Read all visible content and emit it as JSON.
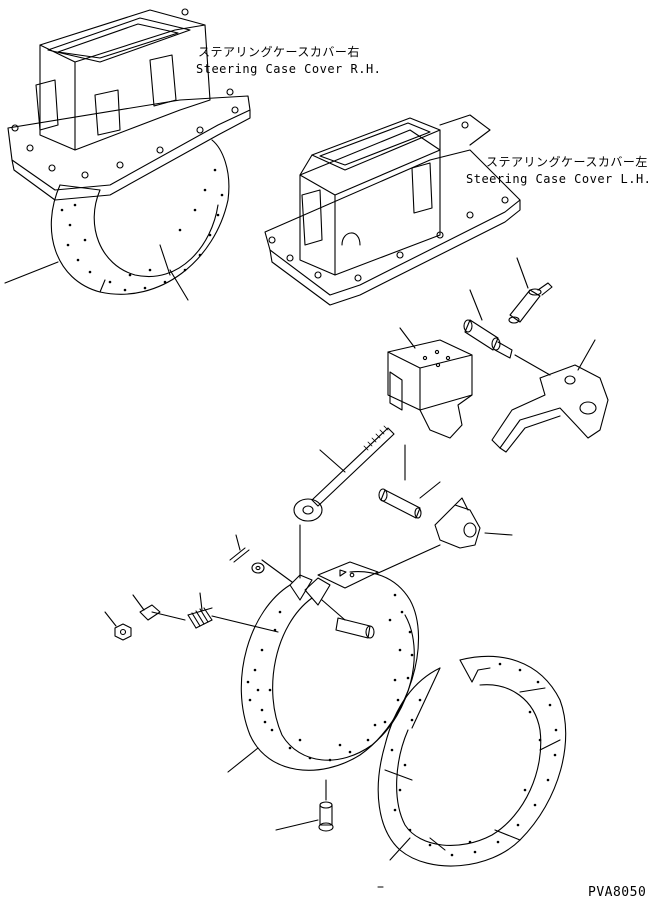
{
  "labels": {
    "rh_jp": "ステアリングケースカバー右",
    "rh_en": "Steering Case Cover R.H.",
    "lh_jp": "ステアリングケースカバー左",
    "lh_en": "Steering Case Cover L.H.",
    "code": "PVA8050"
  },
  "style": {
    "ink": "#000000",
    "paper": "#ffffff"
  }
}
